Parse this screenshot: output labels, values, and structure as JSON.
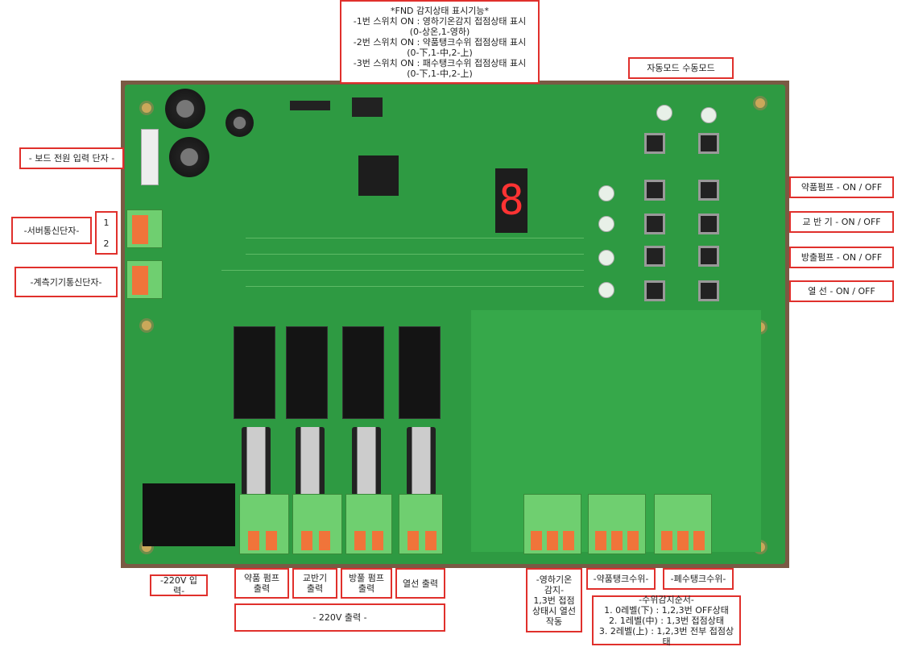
{
  "labels": {
    "fnd": "*FND 감지상태 표시기능*\n-1번 스위치 ON : 영하기온감지 접점상태 표시\n(0-상온,1-영하)\n-2번 스위치 ON : 약품탱크수위 접점상태 표시\n(0-下,1-中,2-上)\n-3번 스위치 ON : 패수탱크수위 접점상태 표시\n(0-下,1-中,2-上)",
    "mode": "자동모드     수동모드",
    "power_in": "- 보드 전원 입력 단자 -",
    "server_comm": "-서버통신단자-",
    "server_pins": "1\n\n2",
    "meter_comm": "-계측기기통신단자-",
    "chem_pump": "약품펌프 - ON  /  OFF",
    "agitator": "교 반 기 - ON  /  OFF",
    "discharge_pump": "방출펌프 - ON  /  OFF",
    "heater": "열      선 - ON  /  OFF",
    "input_220": "-220V 입력-",
    "out_chem_pump": "약품 펌프\n출력",
    "out_agitator": "교반기\n출력",
    "out_discharge": "방풀 펌프\n출력",
    "out_heater": "열선 출력",
    "output_220": "- 220V 출력 -",
    "freeze_detect": "-영하기온\n감지-\n1,3번 접점\n상태시 열선\n작동",
    "chem_tank_level": "-약품탱크수위-",
    "waste_tank_level": "-폐수탱크수위-",
    "level_order": "-수위감지순서-\n1. 0레벨(下) : 1,2,3번 OFF상태\n2. 1레벨(中) : 1,3번 접점상태\n3. 2레벨(上) : 1,2,3번 전부 접점상태"
  },
  "fnd_digit": "8"
}
